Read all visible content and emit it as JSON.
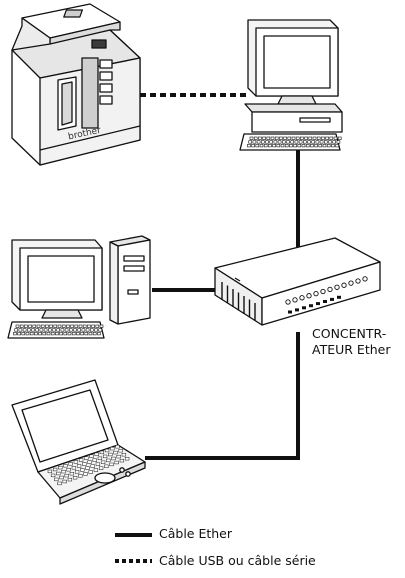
{
  "diagram": {
    "printer_brand": "brother",
    "hub_label_line1": "CONCENTR-",
    "hub_label_line2": "ATEUR Ether"
  },
  "legend": {
    "ethernet_label": "Câble Ether",
    "usb_serial_label": "Câble USB ou câble série"
  },
  "colors": {
    "line": "#111111",
    "fill": "#ffffff",
    "shade": "#d9d9d9",
    "dark": "#3a3a3a"
  }
}
